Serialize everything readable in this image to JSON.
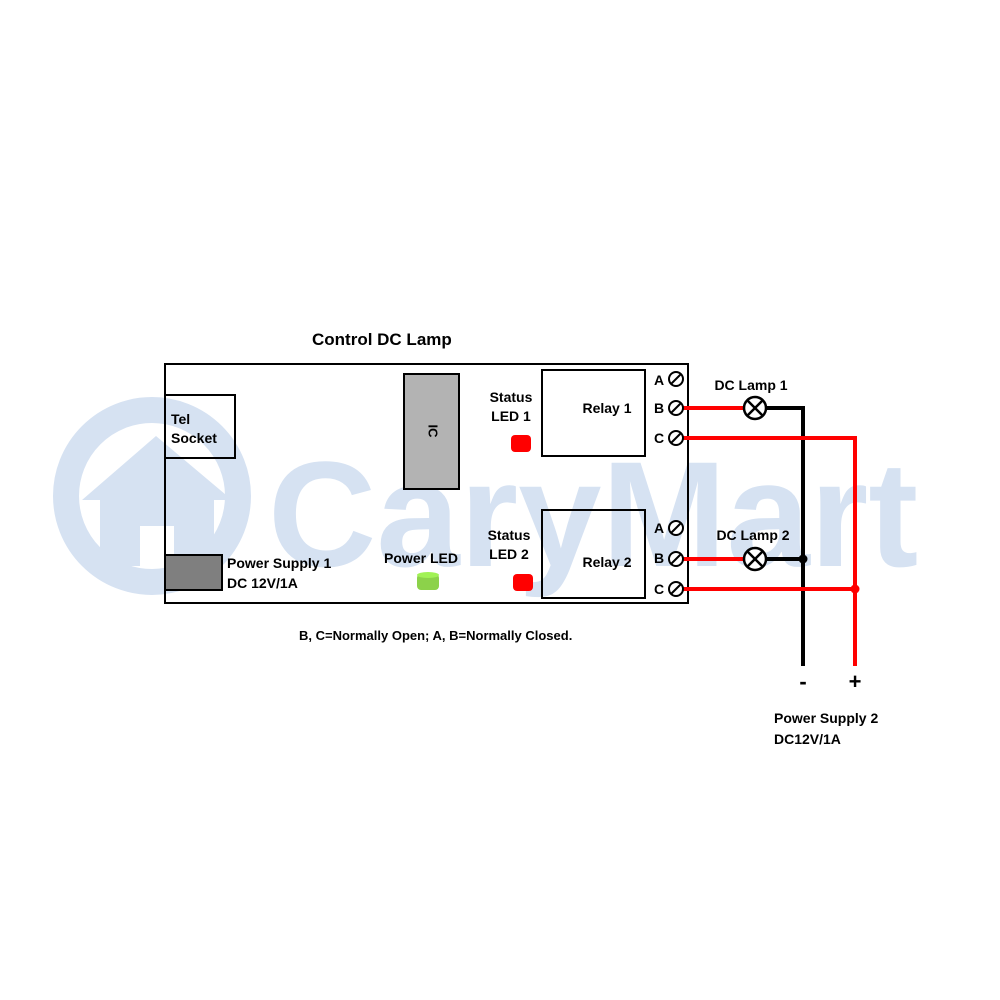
{
  "watermark": {
    "text": "CaryMart",
    "logo": "house-logo"
  },
  "title": "Control DC Lamp",
  "board": {
    "tel_socket": [
      "Tel",
      "Socket"
    ],
    "ic": "IC",
    "status_led_1": [
      "Status",
      "LED 1"
    ],
    "status_led_2": [
      "Status",
      "LED 2"
    ],
    "power_led": "Power LED",
    "power_supply_1": [
      "Power Supply 1",
      "DC 12V/1A"
    ],
    "relay_1": "Relay 1",
    "relay_2": "Relay 2",
    "relay_1_terminals": [
      "A",
      "B",
      "C"
    ],
    "relay_2_terminals": [
      "A",
      "B",
      "C"
    ]
  },
  "note": "B, C=Normally Open; A, B=Normally Closed.",
  "lamps": {
    "lamp_1": "DC Lamp 1",
    "lamp_2": "DC Lamp 2"
  },
  "power_supply_2": {
    "minus": "-",
    "plus": "+",
    "lines": [
      "Power Supply 2",
      "DC12V/1A"
    ]
  },
  "colors": {
    "watermark": "#d6e2f2",
    "board_stroke": "#000000",
    "ic_fill": "#b3b3b3",
    "jack_fill": "#7f7f7f",
    "status_led": "#ff0000",
    "power_led": "#8cd24a",
    "wire_positive": "#ff0000",
    "wire_negative": "#000000"
  }
}
